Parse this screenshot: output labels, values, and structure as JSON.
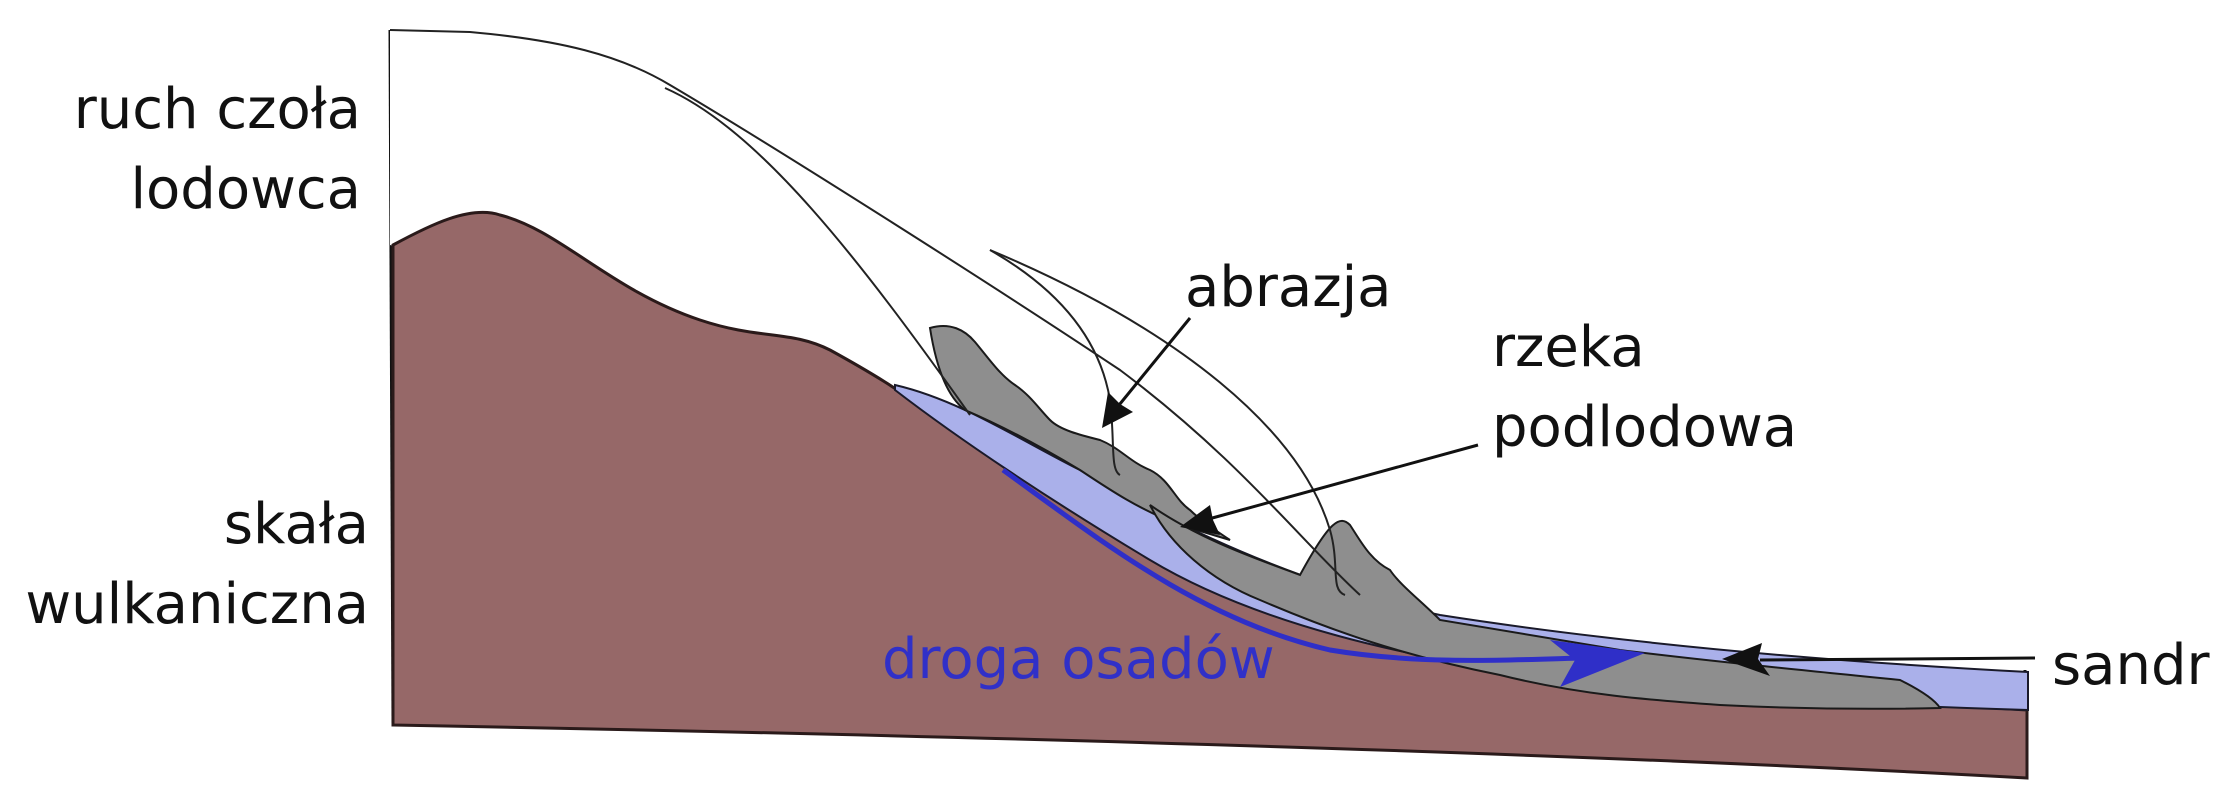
{
  "labels": {
    "front": [
      "ruch czoła",
      "lodowca"
    ],
    "bedrock": [
      "skała",
      "wulkaniczna"
    ],
    "abrasion": "abrazja",
    "river": [
      "rzeka",
      "podlodowa"
    ],
    "sediment_path": "droga osadów",
    "outwash": "sandr"
  },
  "colors": {
    "bedrock": "#966868",
    "ice": "#ffffff",
    "debris": "#8e8e8e",
    "water": "#aab0ea",
    "sediment_arrow": "#2f2fc8",
    "ink": "#111111"
  }
}
